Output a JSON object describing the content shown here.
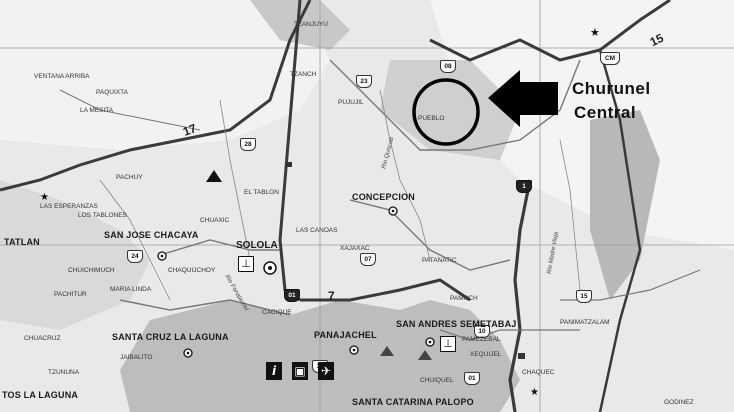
{
  "map": {
    "callout": {
      "line1": "Churunel",
      "line2": "Central"
    },
    "circled_place": "PUEBLO",
    "highways": [
      "17",
      "15",
      "7"
    ],
    "route_shields": [
      {
        "id": "s-23",
        "label": "23",
        "dark": false
      },
      {
        "id": "s-08",
        "label": "08",
        "dark": false
      },
      {
        "id": "s-28",
        "label": "28",
        "dark": false
      },
      {
        "id": "s-1",
        "label": "1",
        "dark": true
      },
      {
        "id": "s-01",
        "label": "01",
        "dark": true
      },
      {
        "id": "s-24",
        "label": "24",
        "dark": false
      },
      {
        "id": "s-15",
        "label": "15",
        "dark": false
      },
      {
        "id": "s-07",
        "label": "07",
        "dark": false
      },
      {
        "id": "s-01b",
        "label": "01",
        "dark": false
      },
      {
        "id": "s-15b",
        "label": "15",
        "dark": false
      },
      {
        "id": "s-cm",
        "label": "CM",
        "dark": false
      },
      {
        "id": "s-10",
        "label": "10",
        "dark": false
      }
    ],
    "towns": {
      "solola": "SOLOLA",
      "concepcion": "CONCEPCION",
      "san_jose_chacaya": "SAN JOSE CHACAYA",
      "santa_cruz": "SANTA CRUZ LA LAGUNA",
      "panajachel": "PANAJACHEL",
      "san_andres": "SAN ANDRES SEMETABAJ",
      "santa_catarina": "SANTA CATARINA PALOPO",
      "tos_la_laguna": "TOS LA LAGUNA",
      "tatlan": "TATLAN"
    },
    "villages": {
      "ventana": "VENTANA ARRIBA",
      "paquixta": "PAQUIXTA",
      "la_mesita": "LA MESITA",
      "pachuy": "PACHUY",
      "las_esperanzas": "LAS ESPERANZAS",
      "los_tablones": "LOS TABLONES",
      "chuaxic": "CHUAXIC",
      "el_tablon": "EL TABLON",
      "pujujil": "PUJUJIL",
      "chuchuchoy": "CHUICHIMUCH",
      "chaquijchoy": "CHAQUIJCHOY",
      "maria_linda": "MARIA LINDA",
      "pachitur": "PACHITUR",
      "patanatic": "PATANATIC",
      "xajaxac": "XAJAXAC",
      "jaibalito": "JAIBALITO",
      "tzununa": "TZUNUNA",
      "xequijel": "XEQUIJEL",
      "chuiquel": "CHUIQUEL",
      "godinez": "GODINEZ",
      "pamuch": "PAMUCH",
      "pamezebal": "PAMEZEBAL",
      "chaquec": "CHAQUEC",
      "panimatzalam": "PANIMATZALAM",
      "chuacruz": "CHUACRUZ",
      "tzanch": "TZANCH",
      "tzanjuyu": "TZANJUYU",
      "las_canoas": "LAS CANOAS",
      "cacique": "CACIQUE"
    },
    "rivers": {
      "quiscab": "Rio Quiscab",
      "madre_vieja": "Rio Madre Vieja",
      "panajachel_r": "Rio Panajachel"
    },
    "colors": {
      "lake": "#bdbdbd",
      "land": "#ededed",
      "highway": "#3a3a3a",
      "road": "#777777",
      "arrow": "#000000",
      "circle": "#000000"
    },
    "icons": [
      "info-icon",
      "lodging-icon",
      "viewpoint-icon"
    ]
  }
}
